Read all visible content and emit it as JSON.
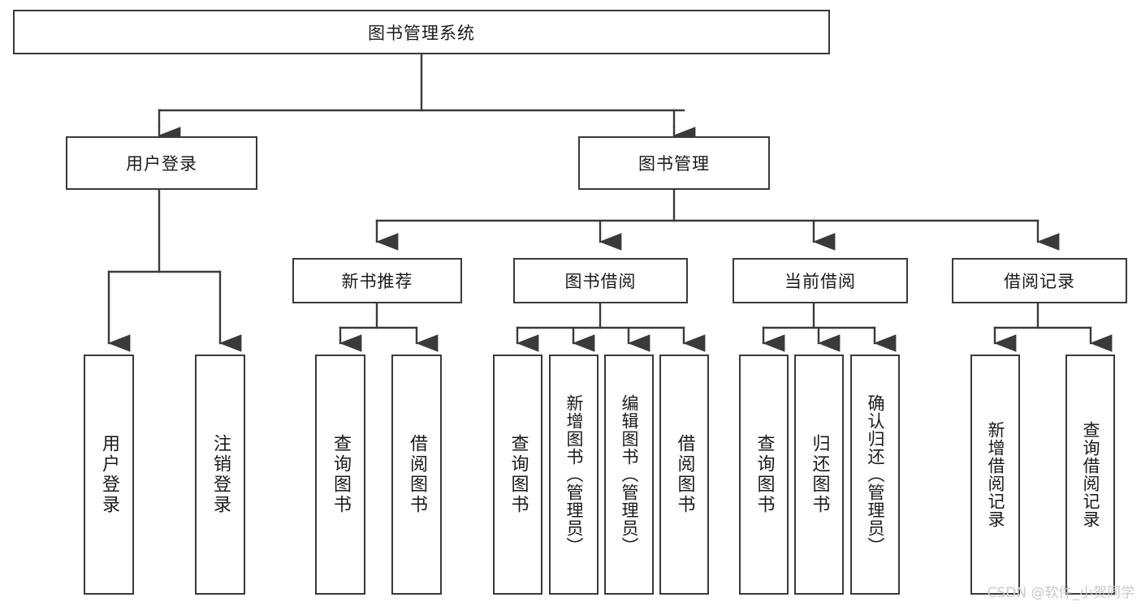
{
  "diagram": {
    "title": "图书管理系统",
    "watermark": "CSDN @软件_小贺同学",
    "theme": {
      "background": "#ffffff",
      "box_border": "#3a3a3a",
      "box_fill": "#ffffff",
      "text": "#1a1a1a",
      "edge": "#3a3a3a",
      "watermark_color": "#c9c9c9"
    },
    "levels": {
      "root": {
        "label": "图书管理系统"
      },
      "level2": [
        {
          "id": "user-login",
          "label": "用户登录"
        },
        {
          "id": "book-manage",
          "label": "图书管理"
        }
      ],
      "level3": [
        {
          "id": "new-book-rec",
          "label": "新书推荐"
        },
        {
          "id": "book-borrow",
          "label": "图书借阅"
        },
        {
          "id": "current-borrow",
          "label": "当前借阅"
        },
        {
          "id": "borrow-record",
          "label": "借阅记录"
        }
      ],
      "leaves": {
        "user-login": [
          {
            "id": "leaf-user-login",
            "label": "用户登录"
          },
          {
            "id": "leaf-logout",
            "label": "注销登录"
          }
        ],
        "new-book-rec": [
          {
            "id": "leaf-query-book-1",
            "label": "查询图书"
          },
          {
            "id": "leaf-borrow-book-1",
            "label": "借阅图书"
          }
        ],
        "book-borrow": [
          {
            "id": "leaf-query-book-2",
            "label": "查询图书"
          },
          {
            "id": "leaf-add-book",
            "label": "新增图书（管理员）"
          },
          {
            "id": "leaf-edit-book",
            "label": "编辑图书（管理员）"
          },
          {
            "id": "leaf-borrow-book-2",
            "label": "借阅图书"
          }
        ],
        "current-borrow": [
          {
            "id": "leaf-query-book-3",
            "label": "查询图书"
          },
          {
            "id": "leaf-return-book",
            "label": "归还图书"
          },
          {
            "id": "leaf-confirm-return",
            "label": "确认归还（管理员）"
          }
        ],
        "borrow-record": [
          {
            "id": "leaf-add-record",
            "label": "新增借阅记录"
          },
          {
            "id": "leaf-query-record",
            "label": "查询借阅记录"
          }
        ]
      }
    }
  }
}
